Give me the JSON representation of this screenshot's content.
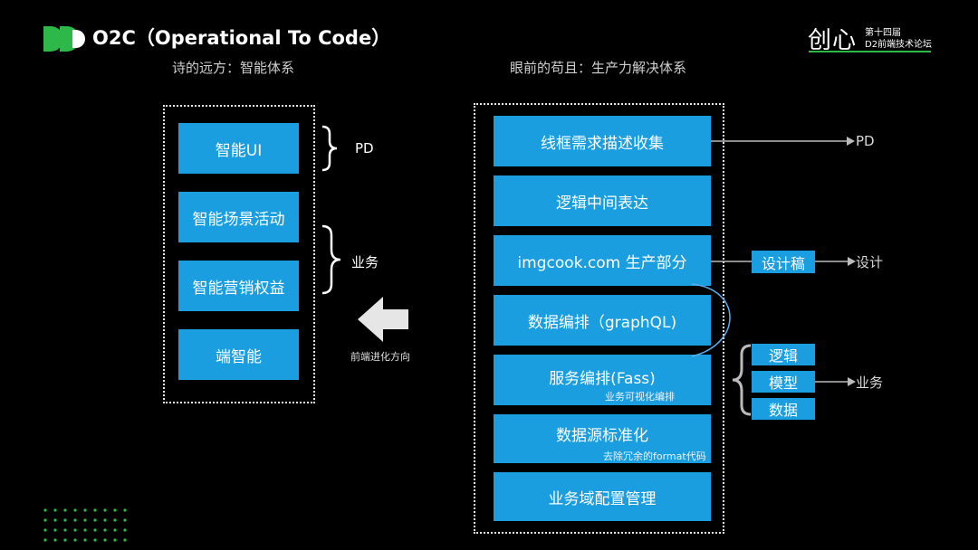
{
  "header": {
    "title": "O2C（Operational To Code）",
    "brand_word": "创心",
    "brand_line1": "第十四届",
    "brand_line2": "D2前端技术论坛",
    "accent": "#2fb84a"
  },
  "left": {
    "caption": "诗的远方：智能体系",
    "boxes": [
      "智能UI",
      "智能场景活动",
      "智能营销权益",
      "端智能"
    ],
    "brace_labels": [
      "PD",
      "业务"
    ],
    "arrow_caption": "前端进化方向"
  },
  "right": {
    "caption": "眼前的苟且：生产力解决体系",
    "boxes": [
      "线框需求描述收集",
      "逻辑中间表达",
      "imgcook.com 生产部分",
      "数据编排（graphQL)",
      "服务编排(Fass)",
      "数据源标准化",
      "业务域配置管理"
    ],
    "notes": [
      "业务可视化编排",
      "去除冗余的format代码"
    ],
    "outputs": [
      "PD",
      "设计",
      "业务"
    ],
    "design_box": "设计稿",
    "service_items": [
      "逻辑",
      "模型",
      "数据"
    ]
  },
  "colors": {
    "box_blue": "#1a9ee0",
    "background": "#000000"
  }
}
